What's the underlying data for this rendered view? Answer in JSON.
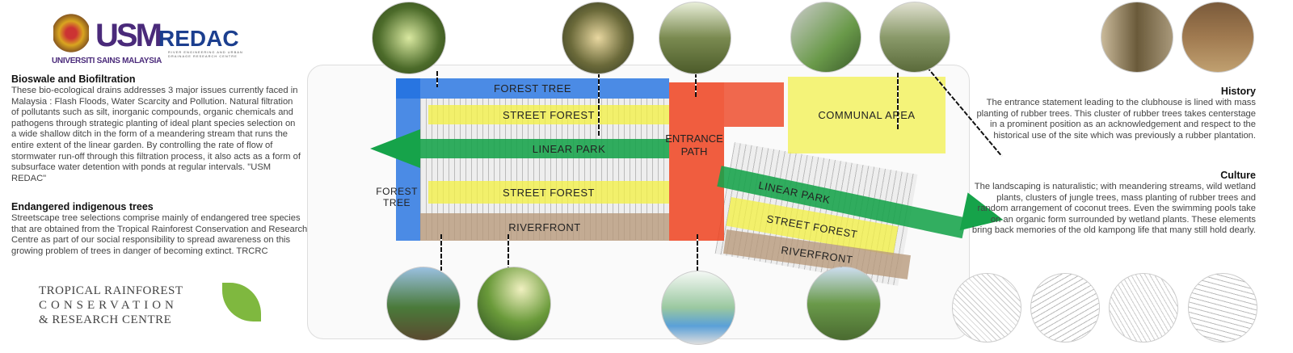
{
  "logos": {
    "usm_mark": "USM",
    "usm_name": "UNIVERSITI SAINS MALAYSIA",
    "redac_mark": "REDAC",
    "redac_sub": "RIVER ENGINEERING AND URBAN DRAINAGE RESEARCH CENTRE",
    "trcrc_line1": "TROPICAL RAINFOREST",
    "trcrc_line2": "CONSERVATION",
    "trcrc_line3": "& RESEARCH CENTRE"
  },
  "left": {
    "bioswale_title": "Bioswale and Biofiltration",
    "bioswale_text": "These bio-ecological drains addresses 3 major issues currently faced in Malaysia : Flash Floods, Water Scarcity and Pollution. Natural filtration of pollutants such as silt, inorganic compounds, organic chemicals and pathogens through strategic planting of ideal plant species selection on a wide shallow ditch in the form of a meandering stream that runs the entire extent of the linear garden. By controlling the rate of flow of stormwater run-off through this filtration process, it also acts as a form of subsurface water detention with ponds at regular intervals. \"USM REDAC\"",
    "trees_title": "Endangered indigenous trees",
    "trees_text": "Streetscape tree selections comprise mainly of endangered tree species that are obtained from the Tropical Rainforest Conservation and Research Centre as part of our social responsibility to spread awareness on this growing problem of trees in danger of becoming extinct.  TRCRC"
  },
  "right": {
    "history_title": "History",
    "history_text": "The entrance statement leading to the clubhouse is lined with mass planting of rubber trees. This cluster of rubber trees takes centerstage in a prominent position as an acknowledgement and respect to the historical use of the site which was previously a rubber plantation.",
    "culture_title": "Culture",
    "culture_text": "The landscaping is naturalistic; with meandering streams, wild wetland plants, clusters of jungle trees, mass planting of rubber trees and random arrangement of coconut trees. Even the swimming pools take on an organic form surrounded by wetland plants.  These elements bring back memories of the old kampong life that many still hold dearly."
  },
  "plan": {
    "forest_tree_top": "FOREST TREE",
    "street_forest_1": "STREET FOREST",
    "linear_park_1": "LINEAR PARK",
    "street_forest_2": "STREET  FOREST",
    "forest_tree_side": "FOREST TREE",
    "riverfront_1": "RIVERFRONT",
    "entrance_path": "ENTRANCE PATH",
    "communal_area": "COMMUNAL AREA",
    "linear_park_2": "LINEAR PARK",
    "street_forest_3": "STREET  FOREST",
    "riverfront_2": "RIVERFRONT"
  },
  "colors": {
    "blue": "#1f6fe0",
    "yellow": "#f2f04a",
    "green": "#16a34a",
    "red": "#ee4422",
    "brown": "#b89a7c"
  }
}
